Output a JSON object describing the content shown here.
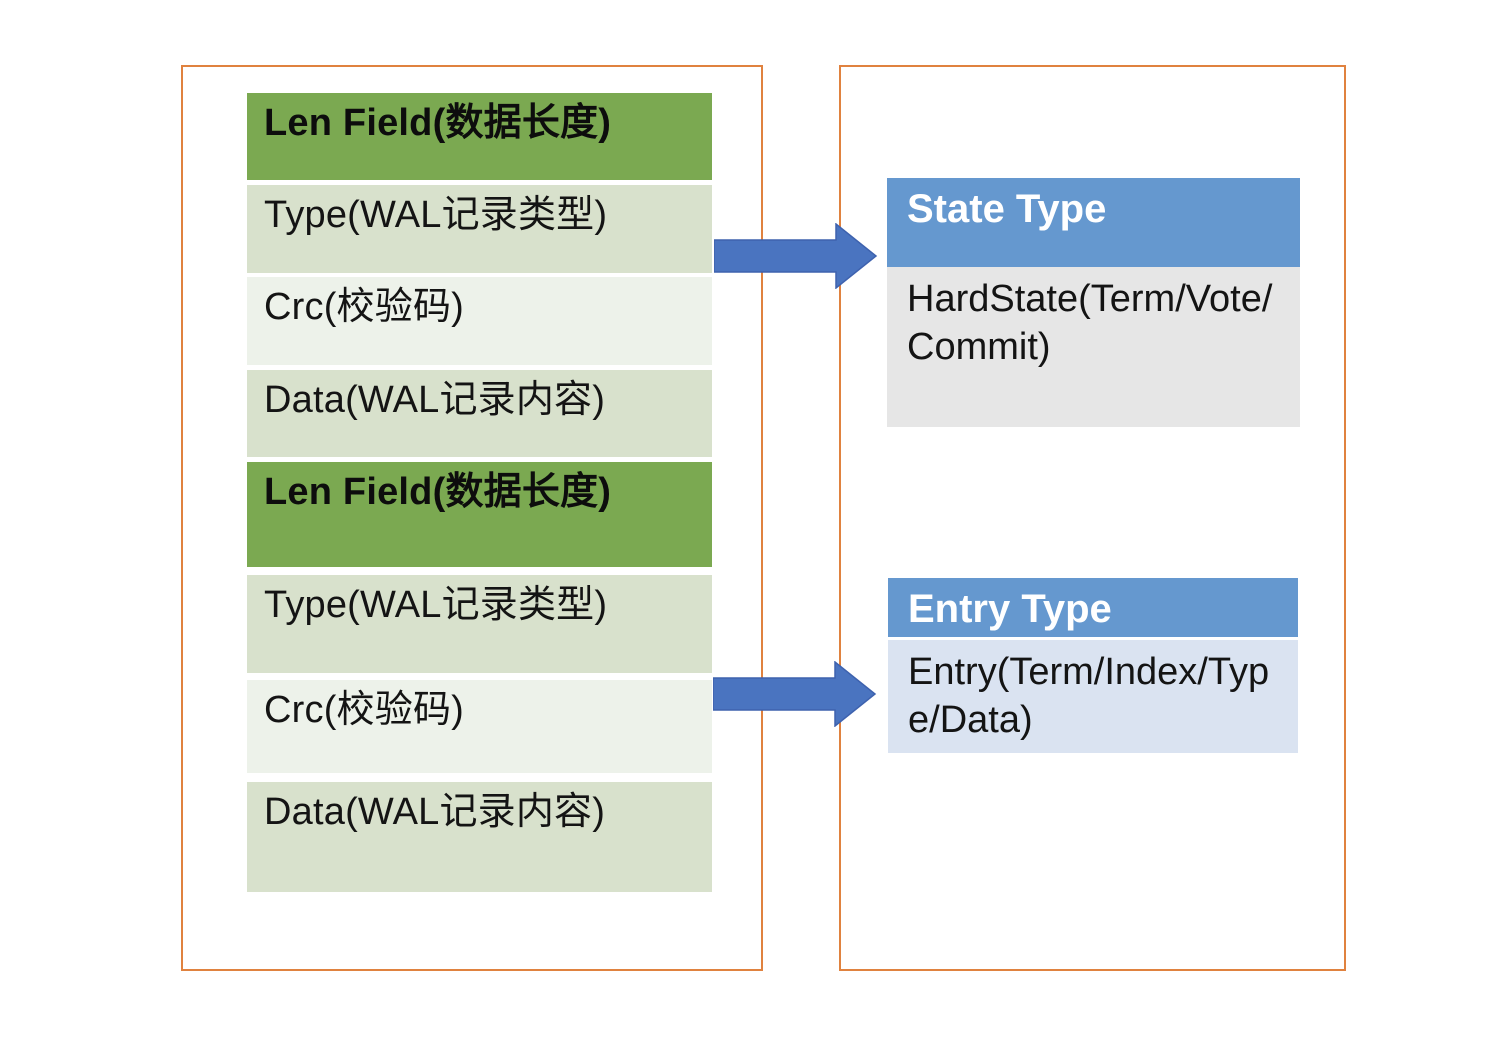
{
  "left_panel": {
    "rows": [
      {
        "label": "Len Field(数据长度)",
        "kind": "len-header"
      },
      {
        "label": "Type(WAL记录类型)",
        "kind": "field"
      },
      {
        "label": "Crc(校验码)",
        "kind": "field"
      },
      {
        "label": "Data(WAL记录内容)",
        "kind": "field"
      },
      {
        "label": "Len Field(数据长度)",
        "kind": "len-header"
      },
      {
        "label": "Type(WAL记录类型)",
        "kind": "field"
      },
      {
        "label": "Crc(校验码)",
        "kind": "field"
      },
      {
        "label": "Data(WAL记录内容)",
        "kind": "field"
      }
    ]
  },
  "right_panel": {
    "state_box": {
      "title": "State Type",
      "body": "HardState(Term/Vote/Commit)"
    },
    "entry_box": {
      "title": "Entry Type",
      "body": "Entry(Term/Index/Type/Data)"
    }
  },
  "icons": {
    "arrow_right": "block-arrow-right"
  },
  "colors": {
    "container_border": "#E0823F",
    "len_header_bg": "#7BA951",
    "field_band_dark_bg": "#D8E1CC",
    "field_band_light_bg": "#EDF2EA",
    "callout_header_bg": "#6598CF",
    "state_body_bg": "#E6E6E6",
    "entry_body_bg": "#DAE3F1",
    "arrow_fill": "#4A74C0",
    "arrow_stroke": "#3E62AE"
  }
}
